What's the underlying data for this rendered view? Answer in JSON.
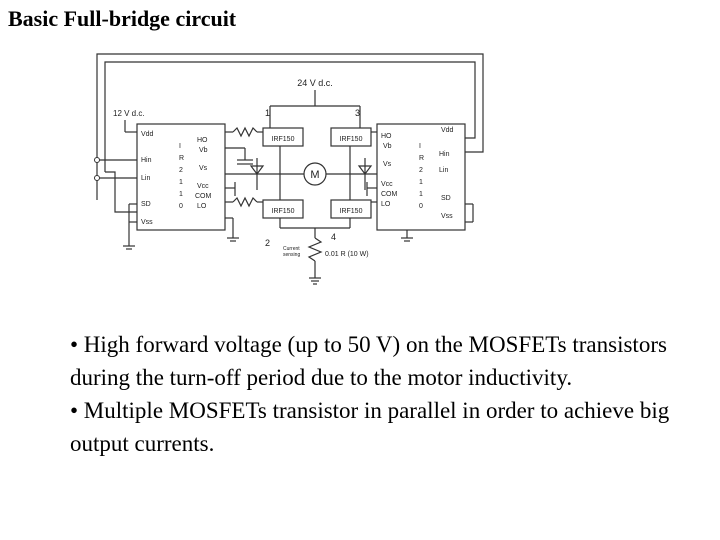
{
  "slide": {
    "title": "Basic Full-bridge circuit",
    "bullets": [
      "• High forward voltage (up to 50 V) on the MOSFETs transistors during the turn-off period due to the motor inductivity.",
      "• Multiple MOSFETs transistor in parallel in order to achieve big output currents."
    ]
  },
  "circuit": {
    "supply_main": "24 V d.c.",
    "supply_logic": "12 V d.c.",
    "motor": "M",
    "mosfet": "IRF150",
    "node_labels": [
      "1",
      "2",
      "3",
      "4"
    ],
    "sense_resistor": "0.01 R (10 W)",
    "current_sensing": [
      "Current",
      "sensing"
    ],
    "driver_left": {
      "pins_left": [
        "Vdd",
        "Hin",
        "Lin",
        "SD",
        "Vss"
      ],
      "pins_right": [
        "HO",
        "Vb",
        "Vs",
        "Vcc",
        "COM",
        "LO"
      ],
      "part_number": [
        "I",
        "R",
        "2",
        "1",
        "1",
        "0"
      ]
    },
    "driver_right": {
      "pins_left": [
        "HO",
        "Vb",
        "Vs",
        "Vcc",
        "COM",
        "LO"
      ],
      "pins_right": [
        "Vdd",
        "Hin",
        "Lin",
        "SD",
        "Vss"
      ],
      "part_number": [
        "I",
        "R",
        "2",
        "1",
        "1",
        "0"
      ]
    }
  }
}
